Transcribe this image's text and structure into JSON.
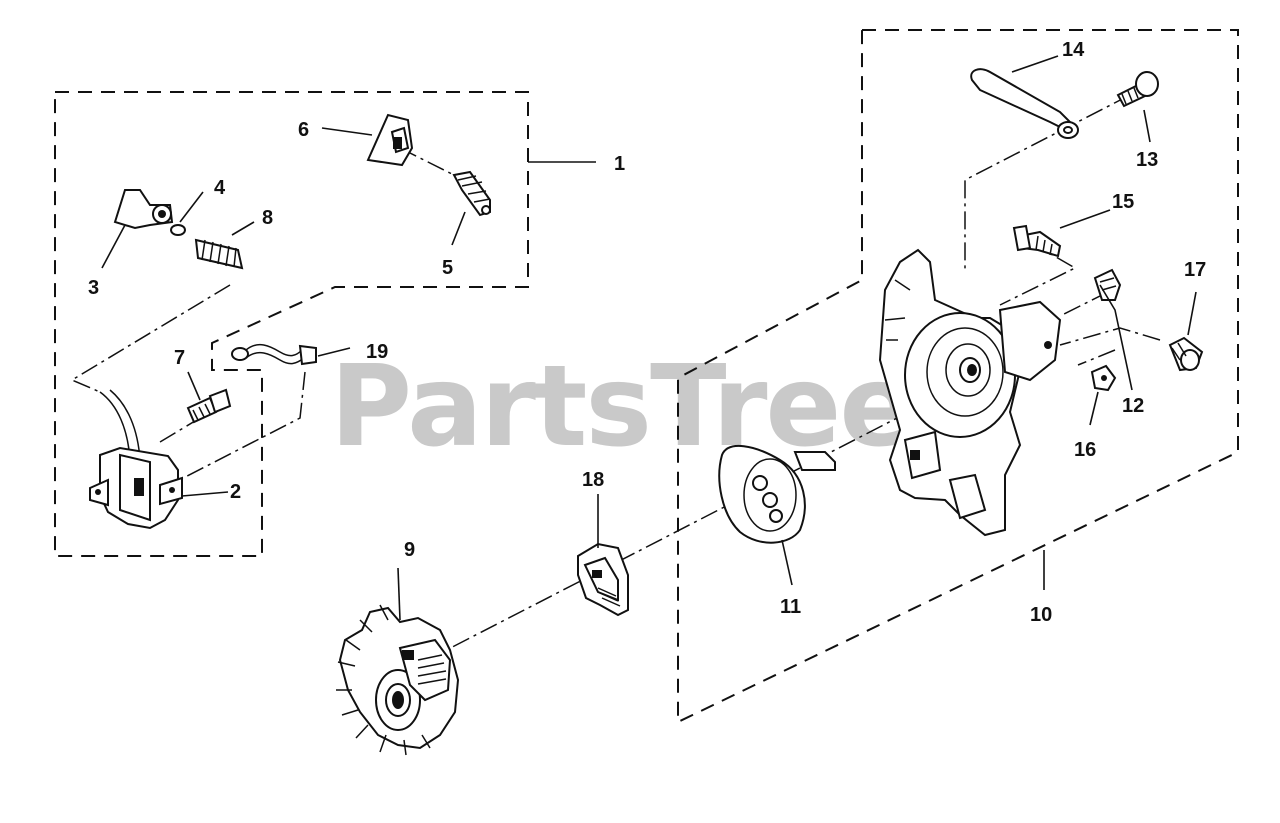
{
  "watermark": "PartsTree",
  "callouts": {
    "c1": "1",
    "c2": "2",
    "c3": "3",
    "c4": "4",
    "c5": "5",
    "c6": "6",
    "c7": "7",
    "c8": "8",
    "c9": "9",
    "c10": "10",
    "c11": "11",
    "c12": "12",
    "c13": "13",
    "c14": "14",
    "c15": "15",
    "c16": "16",
    "c17": "17",
    "c18": "18",
    "c19": "19"
  },
  "colors": {
    "line": "#111111",
    "watermark": "#c9c9c9",
    "background": "#ffffff"
  }
}
